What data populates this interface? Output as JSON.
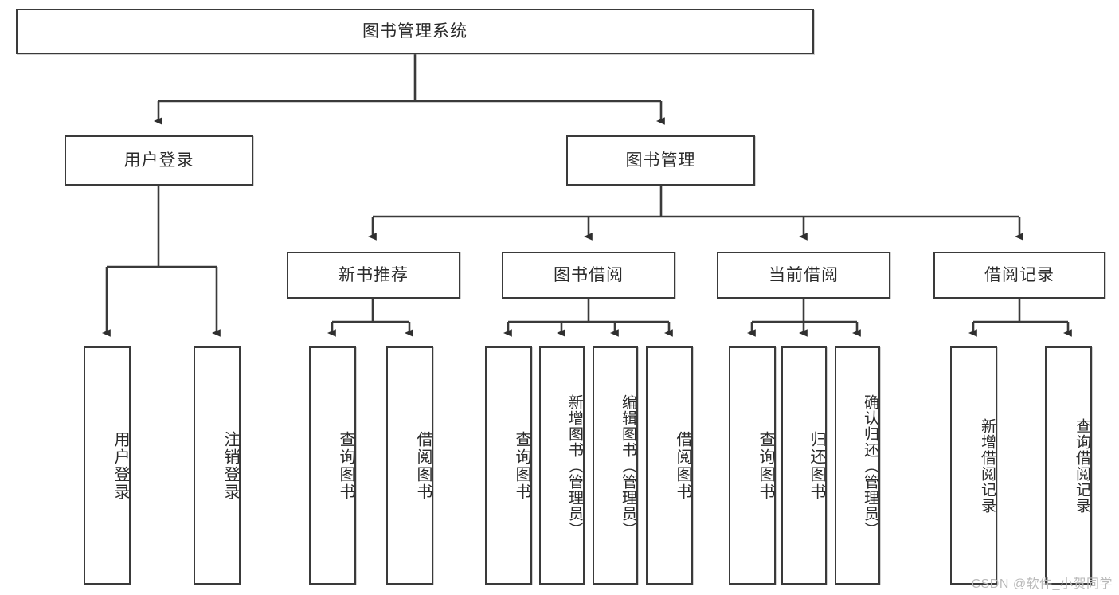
{
  "diagram": {
    "title": "图书管理系统",
    "type": "hierarchy-tree",
    "colors": {
      "box_border": "#3a3a3a",
      "box_fill": "#ffffff",
      "edge": "#3a3a3a",
      "text": "#2b2b2b",
      "watermark": "#b9b9b9"
    },
    "root": {
      "label": "图书管理系统"
    },
    "level2": [
      {
        "label": "用户登录"
      },
      {
        "label": "图书管理"
      }
    ],
    "level3": [
      {
        "label": "新书推荐"
      },
      {
        "label": "图书借阅"
      },
      {
        "label": "当前借阅"
      },
      {
        "label": "借阅记录"
      }
    ],
    "leaves": {
      "user_login": [
        {
          "label": "用户登录"
        },
        {
          "label": "注销登录"
        }
      ],
      "new_book_recommend": [
        {
          "label": "查询图书"
        },
        {
          "label": "借阅图书"
        }
      ],
      "book_borrow": [
        {
          "label": "查询图书"
        },
        {
          "label": "新增图书（管理员）"
        },
        {
          "label": "编辑图书（管理员）"
        },
        {
          "label": "借阅图书"
        }
      ],
      "current_borrow": [
        {
          "label": "查询图书"
        },
        {
          "label": "归还图书"
        },
        {
          "label": "确认归还（管理员）"
        }
      ],
      "borrow_record": [
        {
          "label": "新增借阅记录"
        },
        {
          "label": "查询借阅记录"
        }
      ]
    },
    "watermark": "CSDN @软件_小贺同学"
  }
}
